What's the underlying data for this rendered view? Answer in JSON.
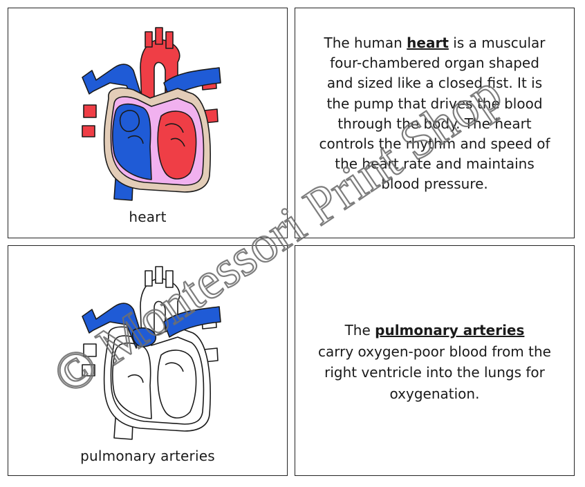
{
  "cards": {
    "heart_picture": {
      "caption": "heart",
      "image": "heart-color-illustration"
    },
    "heart_definition": {
      "before": "The human ",
      "term": "heart",
      "after": " is a muscular four-chambered organ shaped and sized like a closed fist. It is the pump that drives the blood through the body. The heart controls the rhythm and speed of the heart rate and maintains blood pressure."
    },
    "pulmonary_picture": {
      "caption": "pulmonary arteries",
      "image": "heart-outline-pulmonary-arteries-highlighted"
    },
    "pulmonary_definition": {
      "before": "The ",
      "term": "pulmonary arteries ",
      "after": "carry oxygen-poor blood from the right ventricle into the lungs for oxygenation."
    }
  },
  "watermark": {
    "text": "© Montessori Print Shop"
  },
  "colors": {
    "artery_red": "#ef3e46",
    "vein_blue": "#1f5bd6",
    "chamber_pink": "#f1b1ef",
    "wall_tan": "#e3cdb8",
    "outline": "#1a1a1a",
    "watermark": "#6f6f6f"
  }
}
